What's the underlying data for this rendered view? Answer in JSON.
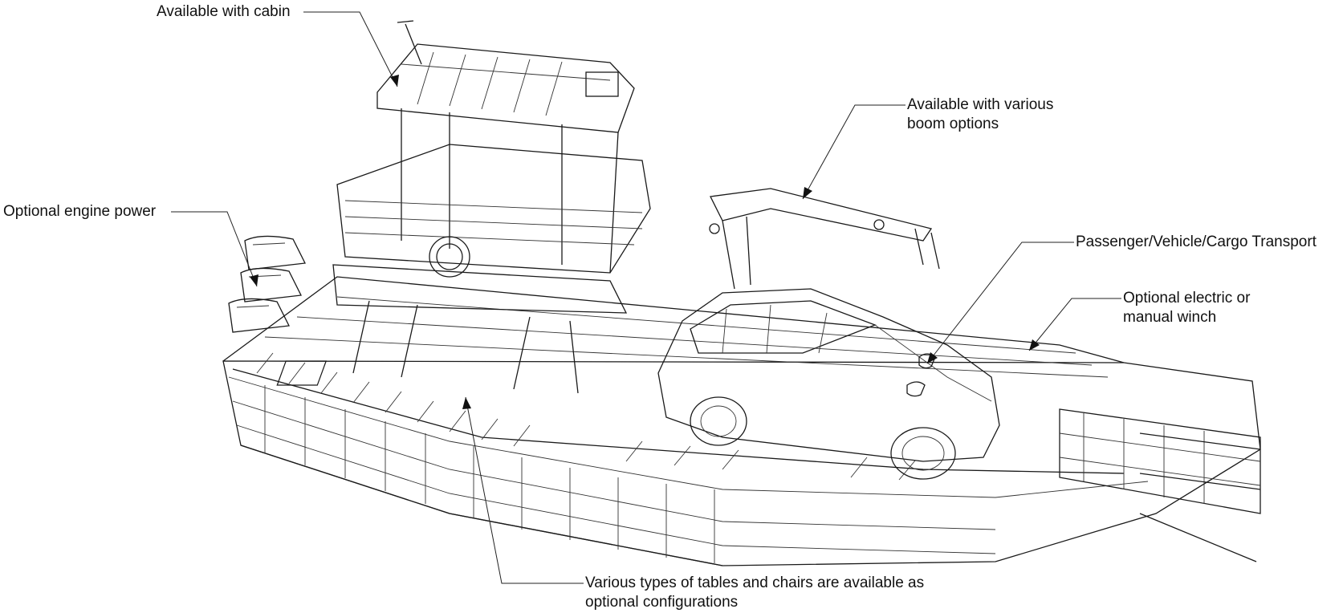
{
  "callouts": {
    "cabin": "Available with cabin",
    "boom_line1": "Available with various",
    "boom_line2": "boom options",
    "engine": "Optional engine power",
    "transport": "Passenger/Vehicle/Cargo Transport",
    "winch_line1": "Optional electric or",
    "winch_line2": "manual winch",
    "tables_line1": "Various types of tables and chairs are available as",
    "tables_line2": "optional configurations"
  },
  "colors": {
    "line": "#1a1a1a",
    "background": "#ffffff"
  }
}
